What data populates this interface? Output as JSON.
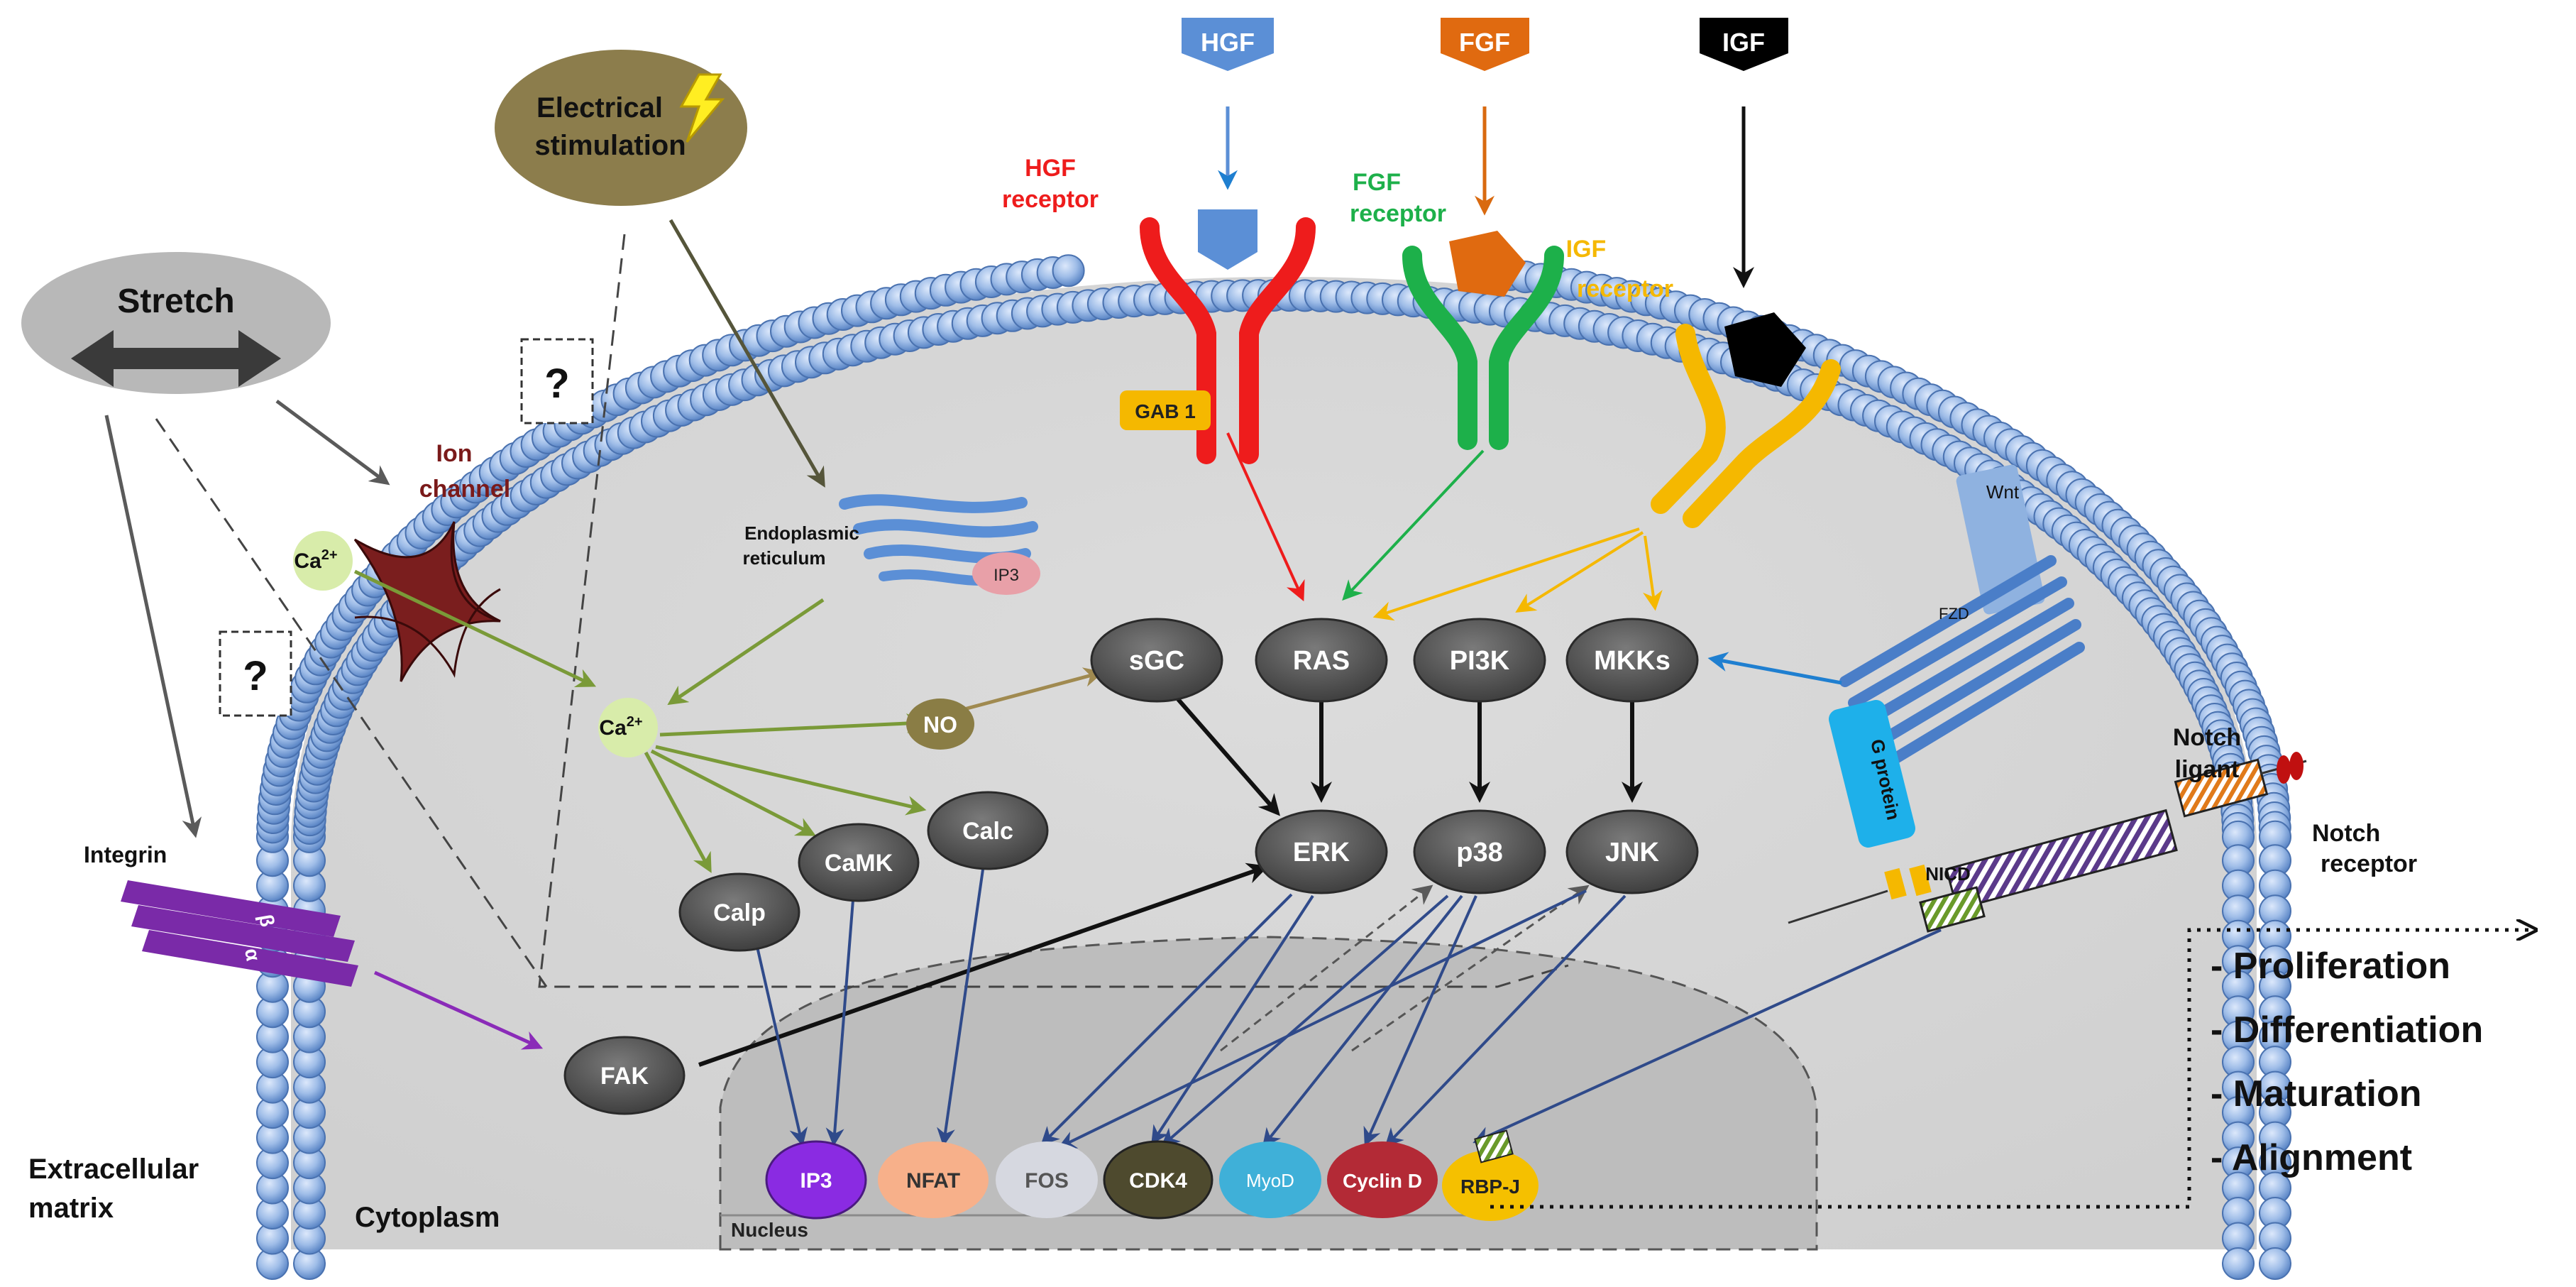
{
  "ligands": {
    "hgf": {
      "label": "HGF",
      "color": "#5b8fd6"
    },
    "fgf": {
      "label": "FGF",
      "color": "#e06a10"
    },
    "igf": {
      "label": "IGF",
      "color": "#000000"
    }
  },
  "receptors": {
    "hgf": {
      "line1": "HGF",
      "line2": "receptor",
      "color": "#ee1c1c"
    },
    "fgf": {
      "line1": "FGF",
      "line2": "receptor",
      "color": "#1db04a"
    },
    "igf": {
      "line1": "IGF",
      "line2": "receptor",
      "color": "#f5b800"
    }
  },
  "stimuli": {
    "stretch": "Stretch",
    "electrical_line1": "Electrical",
    "electrical_line2": "stimulation",
    "unknown": "?"
  },
  "membrane_labels": {
    "ion_channel_line1": "Ion",
    "ion_channel_line2": "channel",
    "er_line1": "Endoplasmic",
    "er_line2": "reticulum",
    "ip3_er": "IP3",
    "gab1": "GAB 1",
    "wnt": "Wnt",
    "fzd": "FZD",
    "g_protein": "G protein",
    "notch_ligand_line1": "Notch",
    "notch_ligand_line2": "ligant",
    "notch_receptor_line1": "Notch",
    "notch_receptor_line2": "receptor",
    "nicd": "NICD",
    "integrin": "Integrin",
    "integrin_alpha": "α",
    "integrin_beta": "β"
  },
  "calcium": {
    "base": "Ca",
    "superscript": "2+"
  },
  "signaling_nodes": {
    "no": "NO",
    "sgc": "sGC",
    "ras": "RAS",
    "pi3k": "PI3K",
    "mkks": "MKKs",
    "erk": "ERK",
    "p38": "p38",
    "jnk": "JNK",
    "calp": "Calp",
    "camk": "CaMK",
    "calc": "Calc",
    "fak": "FAK"
  },
  "nuclear_factors": {
    "ip3": {
      "label": "IP3",
      "color": "#8a2be2"
    },
    "nfat": {
      "label": "NFAT",
      "color": "#f7b08a"
    },
    "fos": {
      "label": "FOS",
      "color": "#d6d8e0"
    },
    "cdk4": {
      "label": "CDK4",
      "color": "#4e4a2e"
    },
    "myod": {
      "label": "MyoD",
      "color": "#3fb0d8"
    },
    "cyclind": {
      "label": "Cyclin D",
      "color": "#b32a36"
    },
    "rbpj": {
      "label": "RBP-J",
      "color": "#f5c000"
    }
  },
  "compartments": {
    "nucleus": "Nucleus",
    "cytoplasm": "Cytoplasm",
    "extracellular_line1": "Extracellular",
    "extracellular_line2": "matrix"
  },
  "outcomes": [
    "- Proliferation",
    "- Differentiation",
    "- Maturation",
    "- Alignment"
  ]
}
